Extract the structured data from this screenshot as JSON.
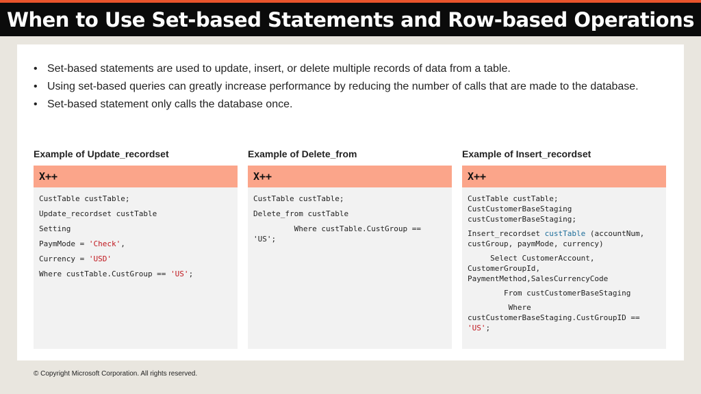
{
  "title": "When to Use Set-based Statements and Row-based Operations",
  "bullets": [
    "Set-based statements are used to update, insert, or delete multiple records of data from a table.",
    "Using set-based queries can greatly increase performance by reducing the number of calls that are made to the database.",
    "Set-based statement only calls the database once."
  ],
  "examples": [
    {
      "title": "Example of Update_recordset",
      "lang": "X++",
      "lines": {
        "l1": "CustTable custTable;",
        "l2": "Update_recordset custTable",
        "l3": "Setting",
        "l4a": "PaymMode = ",
        "l4b": "'Check'",
        "l4c": ",",
        "l5a": "Currency = ",
        "l5b": "'USD'",
        "l6a": "Where custTable.CustGroup == ",
        "l6b": "'US'",
        "l6c": ";"
      }
    },
    {
      "title": "Example of Delete_from",
      "lang": "X++",
      "lines": {
        "l1": "CustTable custTable;",
        "l2": "Delete_from custTable",
        "l3": "         Where custTable.CustGroup == 'US';"
      }
    },
    {
      "title": "Example of Insert_recordset",
      "lang": "X++",
      "lines": {
        "l1": "CustTable custTable;\nCustCustomerBaseStaging custCustomerBaseStaging;",
        "l2a": "Insert_recordset ",
        "l2b": "custTable",
        "l2c": " (accountNum, custGroup, paymMode, currency)",
        "l3": "     Select CustomerAccount, CustomerGroupId, PaymentMethod,SalesCurrencyCode",
        "l4": "        From custCustomerBaseStaging",
        "l5": "         Where custCustomerBaseStaging.CustGroupID == ",
        "l5b": "'US'",
        "l5c": ";"
      }
    }
  ],
  "footer": "© Copyright Microsoft Corporation. All rights reserved.",
  "colors": {
    "accent": "#e8542c",
    "code_header": "#fba58a",
    "string": "#c0171e",
    "type": "#1f6f9b"
  }
}
